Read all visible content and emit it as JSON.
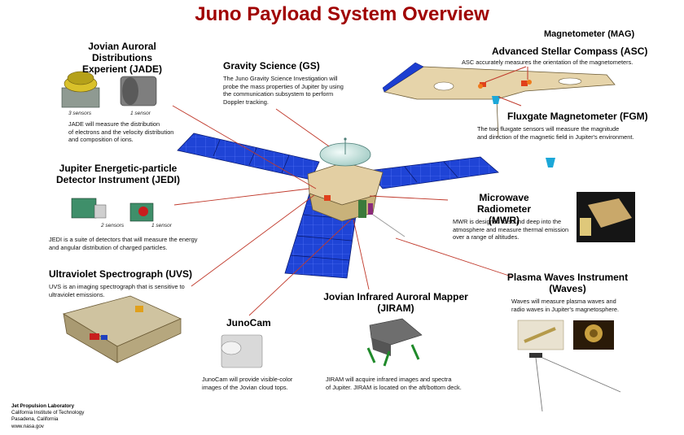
{
  "title": "Juno Payload System Overview",
  "jade": {
    "heading_l1": "Jovian Auroral Distributions",
    "heading_l2": "Experient (JADE)",
    "cap_a": "3 sensors",
    "cap_b": "1 sensor",
    "desc": [
      "JADE will measure the distribution",
      "of electrons and the velocity distribution",
      "and composition of ions."
    ]
  },
  "gs": {
    "heading": "Gravity Science (GS)",
    "desc": [
      "The Juno Gravity Science Investigation will",
      "probe the mass properties of Jupiter by using",
      "the communication subsystem to perform",
      "Doppler tracking."
    ]
  },
  "mag": {
    "heading": "Magnetometer (MAG)",
    "asc_heading": "Advanced Stellar Compass (ASC)",
    "asc_desc": "ASC accurately measures the orientation of the magnetometers.",
    "fgm_heading": "Fluxgate Magnetometer (FGM)",
    "fgm_desc": [
      "The two fluxgate sensors will measure the magnitude",
      "and direction of the magnetic field in Jupiter's environment."
    ]
  },
  "jedi": {
    "heading_l1": "Jupiter Energetic-particle",
    "heading_l2": "Detector Instrument (JEDI)",
    "cap_a": "2 sensors",
    "cap_b": "1 sensor",
    "desc": [
      "JEDI is a suite of detectors that will measure the energy",
      "and angular distribution of charged particles."
    ]
  },
  "mwr": {
    "heading_l1": "Microwave Radiometer",
    "heading_l2": "(MWR)",
    "desc": [
      "MWR is designed to sound deep into the",
      "atmosphere and measure thermal emission",
      "over a range of altitudes."
    ]
  },
  "uvs": {
    "heading": "Ultraviolet Spectrograph (UVS)",
    "desc": [
      "UVS is an imaging spectrograph that is sensitive to",
      "ultraviolet emissions."
    ]
  },
  "waves": {
    "heading_l1": "Plasma Waves Instrument",
    "heading_l2": "(Waves)",
    "desc": [
      "Waves will measure plasma waves and",
      "radio waves in Jupiter's magnetosphere."
    ]
  },
  "jiram": {
    "heading_l1": "Jovian Infrared Auroral Mapper",
    "heading_l2": "(JIRAM)",
    "desc": [
      "JIRAM will acquire infrared images and spectra",
      "of Jupiter. JIRAM is located on the aft/bottom deck."
    ]
  },
  "junocam": {
    "heading": "JunoCam",
    "desc": [
      "JunoCam will provide visible-color",
      "images of the Jovian cloud tops."
    ]
  },
  "footer": {
    "org": "Jet Propulsion Laboratory",
    "inst": "California Institute of Technology",
    "city": "Pasadena, California",
    "url": "www.nasa.gov"
  },
  "colors": {
    "title": "#a00000",
    "leader_line": "#c0392b",
    "solar_panel": "#1c3ed1",
    "boom": "#e3cfa3",
    "fgm_sensor": "#1ba7d8",
    "asc_marker": "#e0401c"
  }
}
